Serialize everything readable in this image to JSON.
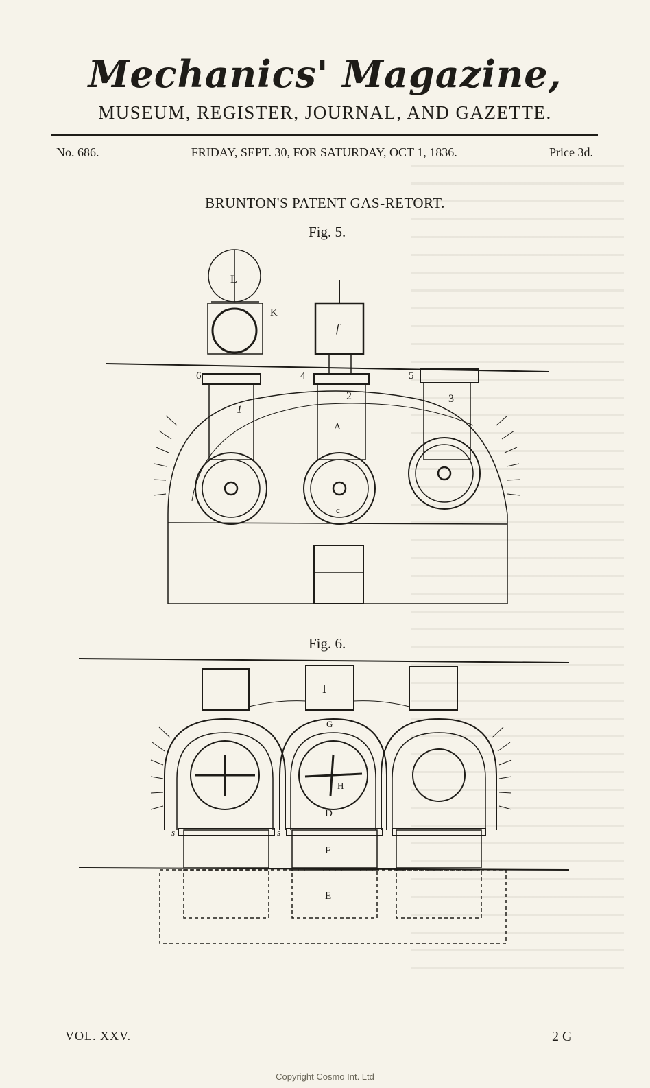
{
  "header": {
    "masthead": "Mechanics' Magazine,",
    "subtitle": "MUSEUM, REGISTER, JOURNAL, AND GAZETTE.",
    "issue_number": "No. 686.",
    "issue_date": "FRIDAY, SEPT. 30, FOR SATURDAY, OCT 1, 1836.",
    "price": "Price 3d."
  },
  "article": {
    "title": "BRUNTON'S PATENT GAS-RETORT."
  },
  "figures": {
    "fig5": {
      "caption": "Fig. 5.",
      "labels": {
        "L": "L",
        "K": "K",
        "f": "f",
        "n1": "1",
        "n2": "2",
        "n3": "3",
        "n4": "4",
        "n5": "5",
        "n6": "6",
        "A": "A",
        "c": "c"
      }
    },
    "fig6": {
      "caption": "Fig. 6.",
      "labels": {
        "I": "I",
        "G": "G",
        "H": "H",
        "D": "D",
        "F": "F",
        "E": "E",
        "s1": "s",
        "s2": "s"
      }
    }
  },
  "footer": {
    "volume": "VOL. XXV.",
    "signature": "2 G",
    "copyright": "Copyright Cosmo Int. Ltd"
  }
}
